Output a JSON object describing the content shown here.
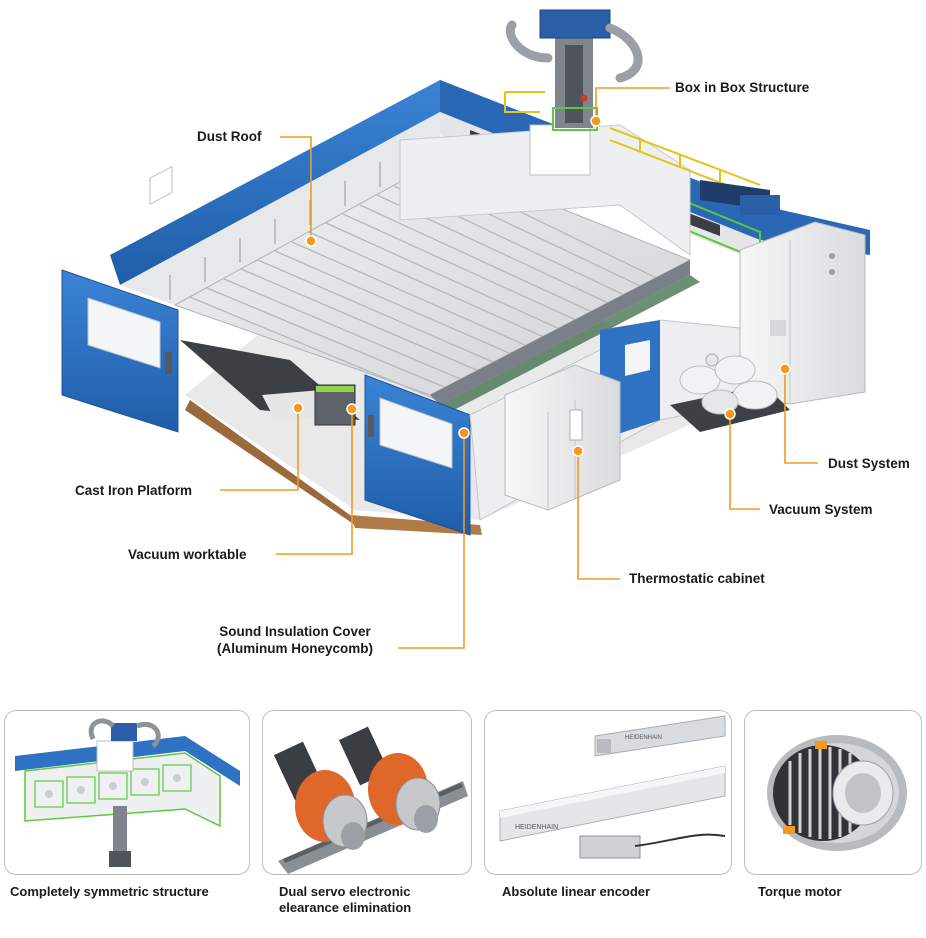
{
  "colors": {
    "accent": "#f39a1e",
    "panel_blue": "#2f72c4",
    "frame_green": "#5cc93a",
    "text": "#1a1a1a"
  },
  "callouts": {
    "box_in_box": "Box in Box Structure",
    "dust_roof": "Dust  Roof",
    "dust_system": "Dust System",
    "vacuum_system": "Vacuum System",
    "cast_iron_platform": "Cast Iron Platform",
    "vacuum_worktable": "Vacuum  worktable",
    "thermostatic_cabinet": "Thermostatic cabinet",
    "sound_insulation_line1": "Sound Insulation Cover",
    "sound_insulation_line2": "(Aluminum Honeycomb)"
  },
  "features": [
    {
      "caption": "Completely symmetric structure",
      "icon": "gantry-structure-icon"
    },
    {
      "caption_line1": "Dual servo electronic",
      "caption_line2": "elearance elimination",
      "icon": "dual-servo-motor-icon"
    },
    {
      "caption": "Absolute linear encoder",
      "icon": "linear-encoder-icon",
      "brand_text": "HEIDENHAIN"
    },
    {
      "caption": "Torque motor",
      "icon": "torque-motor-icon"
    }
  ]
}
